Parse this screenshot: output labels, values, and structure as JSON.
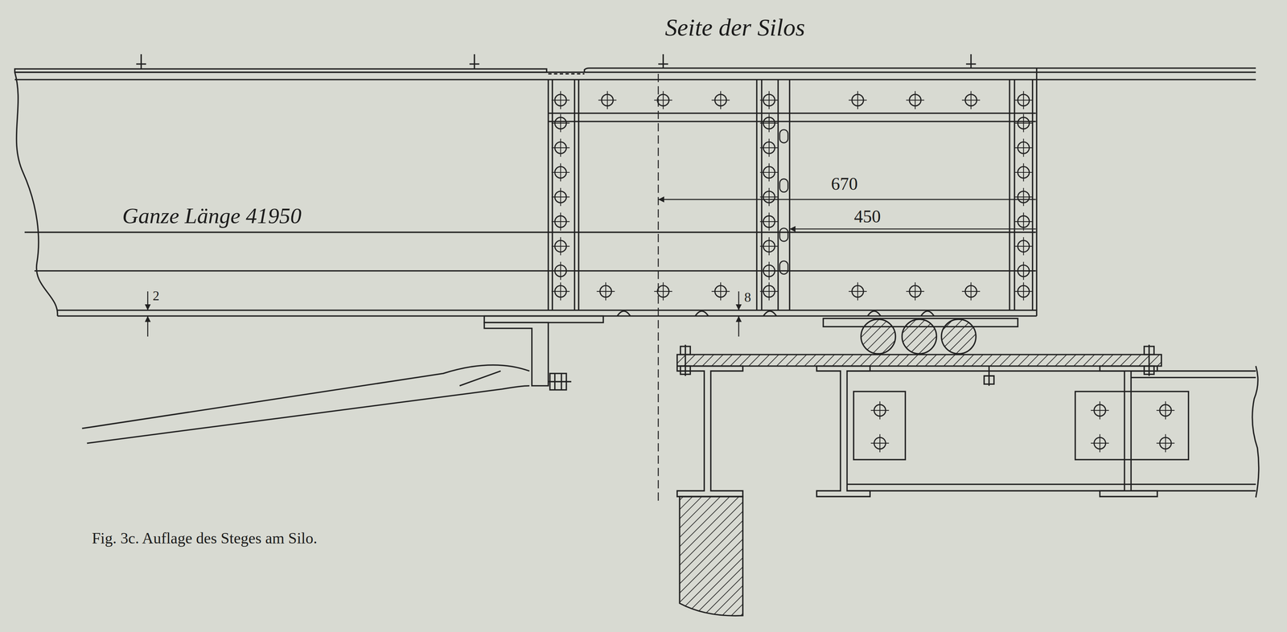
{
  "diagram": {
    "caption": "Fig. 3c. Auflage des Steges am Silo.",
    "labels": [
      "Seite der Silos",
      "670",
      "450",
      "Ganze Länge 41950",
      "2",
      "8"
    ]
  }
}
